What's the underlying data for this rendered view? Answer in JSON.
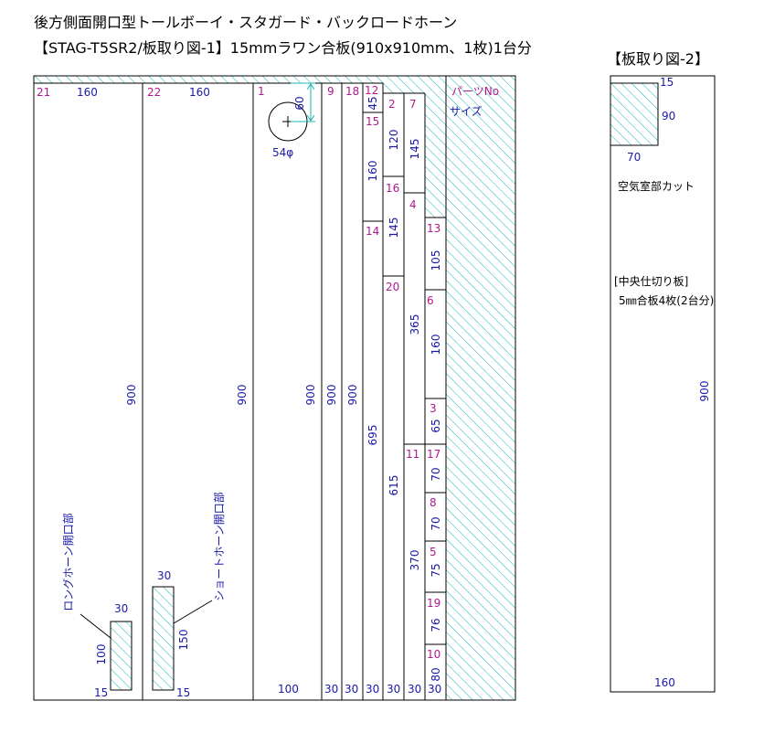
{
  "title_line1": "後方側面開口型トールボーイ・スタガード・バックロードホーン",
  "title_line2": "【STAG-T5SR2/板取り図-1】15mmラワン合板(910x910mm、1枚)1台分",
  "board2_title": "【板取り図-2】",
  "parts_no_label": "パーツNo",
  "size_label": "サイズ",
  "long_horn_label": "ロングホーン開口部",
  "short_horn_label": "ショートホーン開口部",
  "circle_label": "54φ",
  "air_chamber_label": "空気室部カット",
  "center_partition_label": "[中央仕切り板]",
  "plywood_note": "5㎜合板4枚(2台分)",
  "parts": {
    "p21": "21",
    "p22": "22",
    "p1": "1",
    "p9": "9",
    "p18": "18",
    "p12": "12",
    "p15": "15",
    "p14": "14",
    "p2": "2",
    "p16": "16",
    "p20": "20",
    "p7": "7",
    "p4": "4",
    "p11": "11",
    "p13": "13",
    "p6": "6",
    "p3": "3",
    "p17": "17",
    "p8": "8",
    "p5": "5",
    "p19": "19",
    "p10": "10"
  },
  "dims": {
    "w160a": "160",
    "w160b": "160",
    "h900a": "900",
    "h900b": "900",
    "h900c": "900",
    "h900d": "900",
    "h900e": "900",
    "d60": "60",
    "d45": "45",
    "d160a": "160",
    "d695": "695",
    "d120": "120",
    "d145a": "145",
    "d615": "615",
    "d145b": "145",
    "d365": "365",
    "d370": "370",
    "d105": "105",
    "d160b": "160",
    "d65": "65",
    "d70a": "70",
    "d70b": "70",
    "d75": "75",
    "d76": "76",
    "d80": "80",
    "op30a": "30",
    "op100": "100",
    "op15a": "15",
    "op30b": "30",
    "op150": "150",
    "op15b": "15",
    "b100": "100",
    "b30a": "30",
    "b30b": "30",
    "b30c": "30",
    "b30d": "30",
    "b30e": "30",
    "b30f": "30",
    "b2_15": "15",
    "b2_90": "90",
    "b2_70": "70",
    "b2_900": "900",
    "b2_160": "160"
  },
  "colors": {
    "dimension_text": "#1a1aa8",
    "part_number": "#b0188f",
    "hatch": "#19b5b5"
  }
}
